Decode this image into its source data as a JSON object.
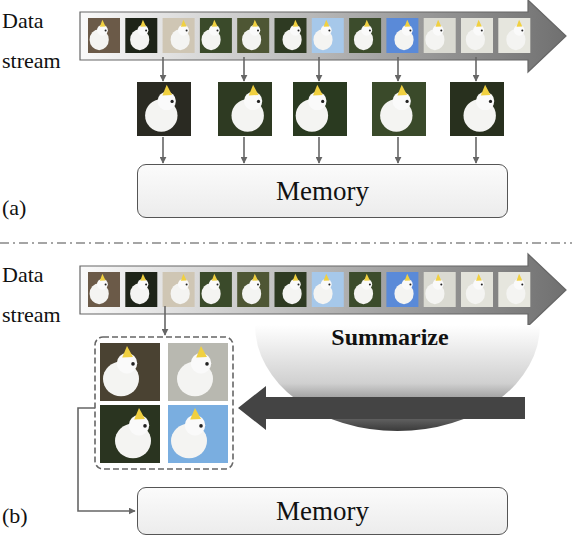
{
  "diagram": {
    "nodes": [
      {
        "text": [
          "Data stream"
        ]
      },
      {
        "text": [
          "Memory"
        ]
      },
      {
        "text": [
          "Data stream"
        ]
      },
      {
        "text": [
          "Memory"
        ]
      }
    ],
    "labels": [
      "(a)",
      "Summarize",
      "(b)"
    ]
  }
}
